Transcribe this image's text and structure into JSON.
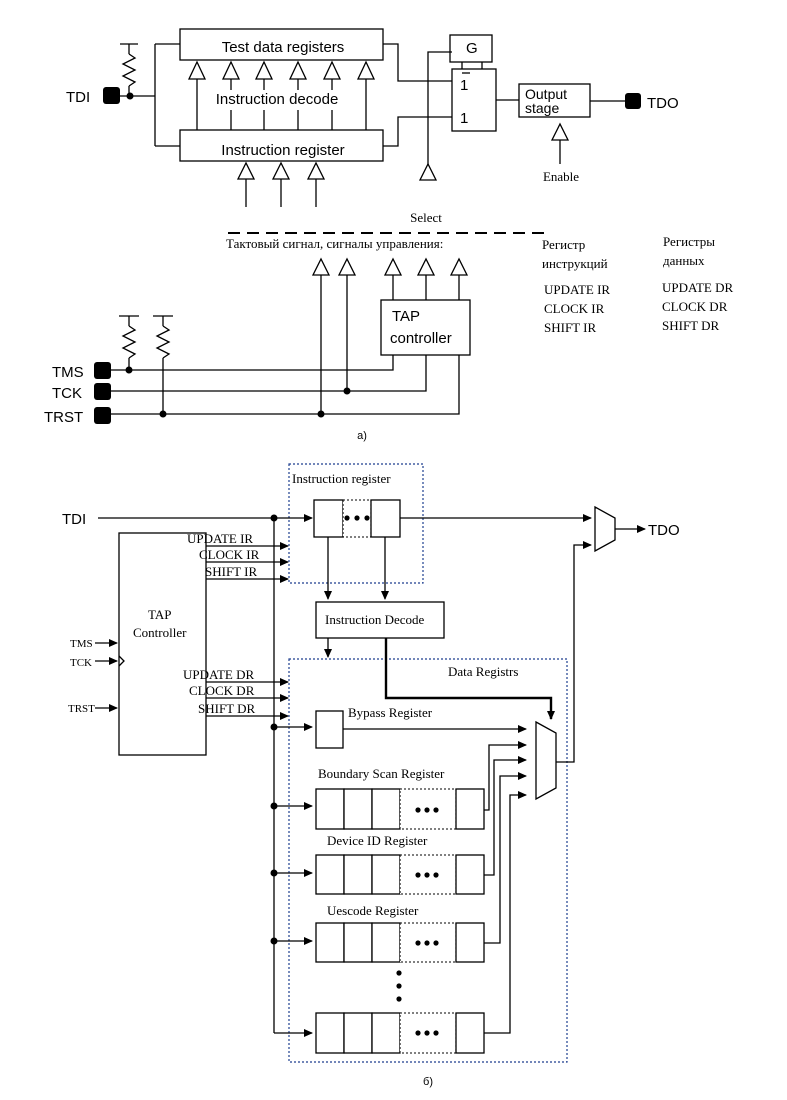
{
  "diagram_a": {
    "caption": "а)",
    "test_data_registers": "Test data registers",
    "instruction_decode": "Instruction decode",
    "instruction_register": "Instruction register",
    "g_label": "G",
    "mux_in1": "1",
    "mux_in2": "1",
    "output_stage_l1": "Output",
    "output_stage_l2": "stage",
    "enable": "Enable",
    "select": "Select",
    "tdi": "TDI",
    "tdo": "TDO",
    "tms": "TMS",
    "tck": "TCK",
    "trst": "TRST",
    "tap_l1": "TAP",
    "tap_l2": "controller",
    "clock_signals": "Тактовый сигнал, сигналы управления:",
    "ir_group_l1": "Регистр",
    "ir_group_l2": "инструкций",
    "dr_group_l1": "Регистры",
    "dr_group_l2": "данных",
    "update_ir": "UPDATE IR",
    "clock_ir": "CLOCK IR",
    "shift_ir": "SHIFT IR",
    "update_dr": "UPDATE DR",
    "clock_dr": "CLOCK DR",
    "shift_dr": "SHIFT DR"
  },
  "diagram_b": {
    "caption": "б)",
    "tdi": "TDI",
    "tdo": "TDO",
    "instruction_register": "Instruction register",
    "instruction_decode": "Instruction Decode",
    "data_registers": "Data Registrs",
    "tap_l1": "TAP",
    "tap_l2": "Controller",
    "tms": "TMS",
    "tck": "TCK",
    "trst": "TRST",
    "update_ir": "UPDATE IR",
    "clock_ir": "CLOCK IR",
    "shift_ir": "SHIFT IR",
    "update_dr": "UPDATE DR",
    "clock_dr": "CLOCK DR",
    "shift_dr": "SHIFT DR",
    "bypass_register": "Bypass Register",
    "boundary_scan_register": "Boundary Scan Register",
    "device_id_register": "Device ID Register",
    "usercode_register": "Uescode Register"
  }
}
